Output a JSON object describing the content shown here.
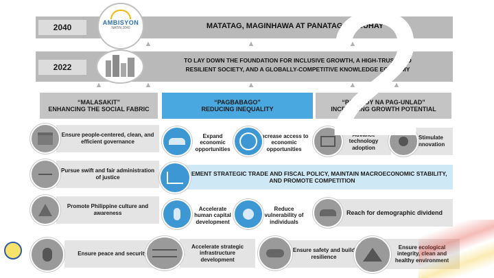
{
  "top": {
    "year_2040": "2040",
    "year_2022": "2022",
    "vision_text": "MATATAG, MAGINHAWA AT PANATAG NA BUHAY",
    "goal_text_line1": "TO LAY DOWN THE FOUNDATION FOR INCLUSIVE GROWTH, A HIGH-TRUST AND",
    "goal_text_line2": "RESILIENT SOCIETY, AND A GLOBALLY-COMPETITIVE KNOWLEDGE ECONOMY",
    "logo_text": "AMBISYON",
    "logo_sub": "NATIN 2040"
  },
  "pillars": [
    {
      "title": "“MALASAKIT”",
      "subtitle": "ENHANCING THE SOCIAL FABRIC"
    },
    {
      "title": "“PAGBABAGO”",
      "subtitle": "REDUCING INEQUALITY"
    },
    {
      "title": "“PATULOY NA PAG-UNLAD”",
      "subtitle": "INCREASING GROWTH POTENTIAL"
    }
  ],
  "left_strategies": [
    "Ensure people-centered, clean, and efficient governance",
    "Pursue swift and fair administration of justice",
    "Promote Philippine culture and awareness"
  ],
  "middle_strategies": [
    "Expand economic opportunities",
    "Increase access to economic opportunities",
    "Accelerate human capital development",
    "Reduce vulnerability of individuals"
  ],
  "right_strategies": [
    "Advance technology adoption",
    "Stimulate innovation",
    "Reach for demographic dividend"
  ],
  "wide_strategy": "IMPLEMENT STRATEGIC TRADE AND FISCAL POLICY, MAINTAIN MACROECONOMIC STABILITY, AND PROMOTE COMPETITION",
  "bottom_strategies": [
    "Ensure peace and security",
    "Accelerate strategic infrastructure development",
    "Ensure safety and build resilience",
    "Ensure ecological integrity, clean and healthy environment"
  ],
  "slide_number": "2",
  "colors": {
    "accent_blue": "#4aa8e0",
    "light_blue": "#cfe8f6",
    "gray_bar": "#b9b9b9"
  }
}
